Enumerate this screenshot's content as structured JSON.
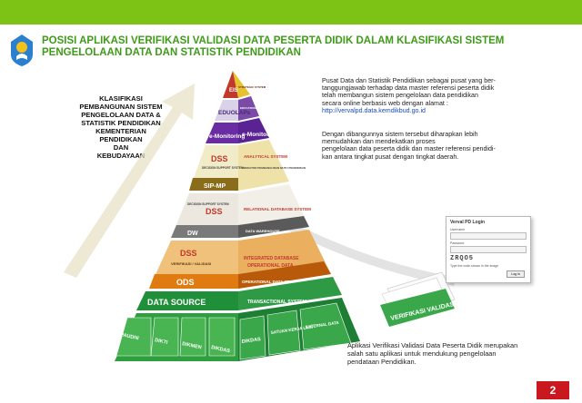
{
  "title": {
    "line1": "POSISI APLIKASI VERIFIKASI VALIDASI DATA PESERTA DIDIK DALAM KLASIFIKASI SISTEM",
    "line2": "PENGELOLAAN DATA DAN STATISTIK PENDIDIKAN"
  },
  "klasifikasi": {
    "lines": [
      "KLASIFIKASI",
      "PEMBANGUNAN SISTEM",
      "PENGELOLAAN DATA &",
      "STATISTIK PENDIDIKAN",
      "KEMENTERIAN",
      "PENDIDIKAN",
      "DAN",
      "KEBUDAYAAN"
    ]
  },
  "pyramid": {
    "eis": {
      "left": "EIS",
      "right": "STRATEGIC SYSTEM"
    },
    "eduolap": {
      "left": "EDUOLAPs",
      "right": "EDUCATION ANALYTICAL PROCESSING"
    },
    "emon": {
      "left": "e-Monitoring",
      "right": "e-Monitoring"
    },
    "dss1": {
      "left_big": "DSS",
      "left_small": "DECISION SUPPORT SYSTEM",
      "right_big": "ANALYTICAL SYSTEM",
      "right_small": "INDIKATOR PEMBANGUNAN MUTU PENDIDIKAN",
      "bottom": "SIP-MP"
    },
    "dss2": {
      "left_big": "DSS",
      "left_small": "DECISION SUPPORT SYSTEM",
      "right_big": "RELATIONAL DATABASE SYSTEM",
      "left_bottom": "DW",
      "right_bottom": "DATA WAREHOUSE"
    },
    "ods": {
      "left_big": "DSS",
      "left_small": "VERIFIKASI / VALIDASI",
      "right_big": "INTEGRATED DATABASE",
      "right_sub": "OPERATIONAL DATA",
      "left_bottom": "ODS",
      "right_bottom": "OPERATIONAL DATA STORE"
    },
    "source": {
      "left": "DATA SOURCE",
      "right": "TRANSACTIONAL SYSTEM"
    },
    "base_left": [
      "PAUDNI",
      "DIKTI",
      "DIKMEN",
      "DIKDAS"
    ],
    "base_right": [
      "DIKDAS",
      "SATUAN KERJA LAIN",
      "EXTERNAL DATA"
    ]
  },
  "para1": {
    "lines": [
      "Pusat Data dan Statistik Pendidikan sebagai pusat yang ber-",
      "tanggungjawab terhadap data master referensi peserta didik",
      "telah membangun sistem pengelolaan data pendidikan",
      "secara online berbasis web dengan alamat :"
    ],
    "link": "http://vervalpd.data.kemdikbud.go.id"
  },
  "para2": {
    "lines": [
      "Dengan dibangunnya sistem tersebut diharapkan lebih",
      "memudahkan dan mendekatkan proses",
      "pengelolaan data peserta didik dan master referensi pendidi-",
      "kan antara tingkat pusat dengan tingkat daerah."
    ]
  },
  "login": {
    "title": "Verval PD Login",
    "username_label": "Username",
    "password_label": "Password",
    "captcha": "ZRQO5",
    "captcha_hint": "Type the code shown in the image",
    "button": "Log In"
  },
  "verif_label": "VERIFIKASI  VALIDASI",
  "para3": {
    "lines": [
      "Aplikasi Verifikasi Validasi Data Peserta Didik merupakan",
      "salah satu aplikasi  untuk mendukung pengelolaan",
      "pendataan Pendidikan."
    ]
  },
  "page_number": "2"
}
